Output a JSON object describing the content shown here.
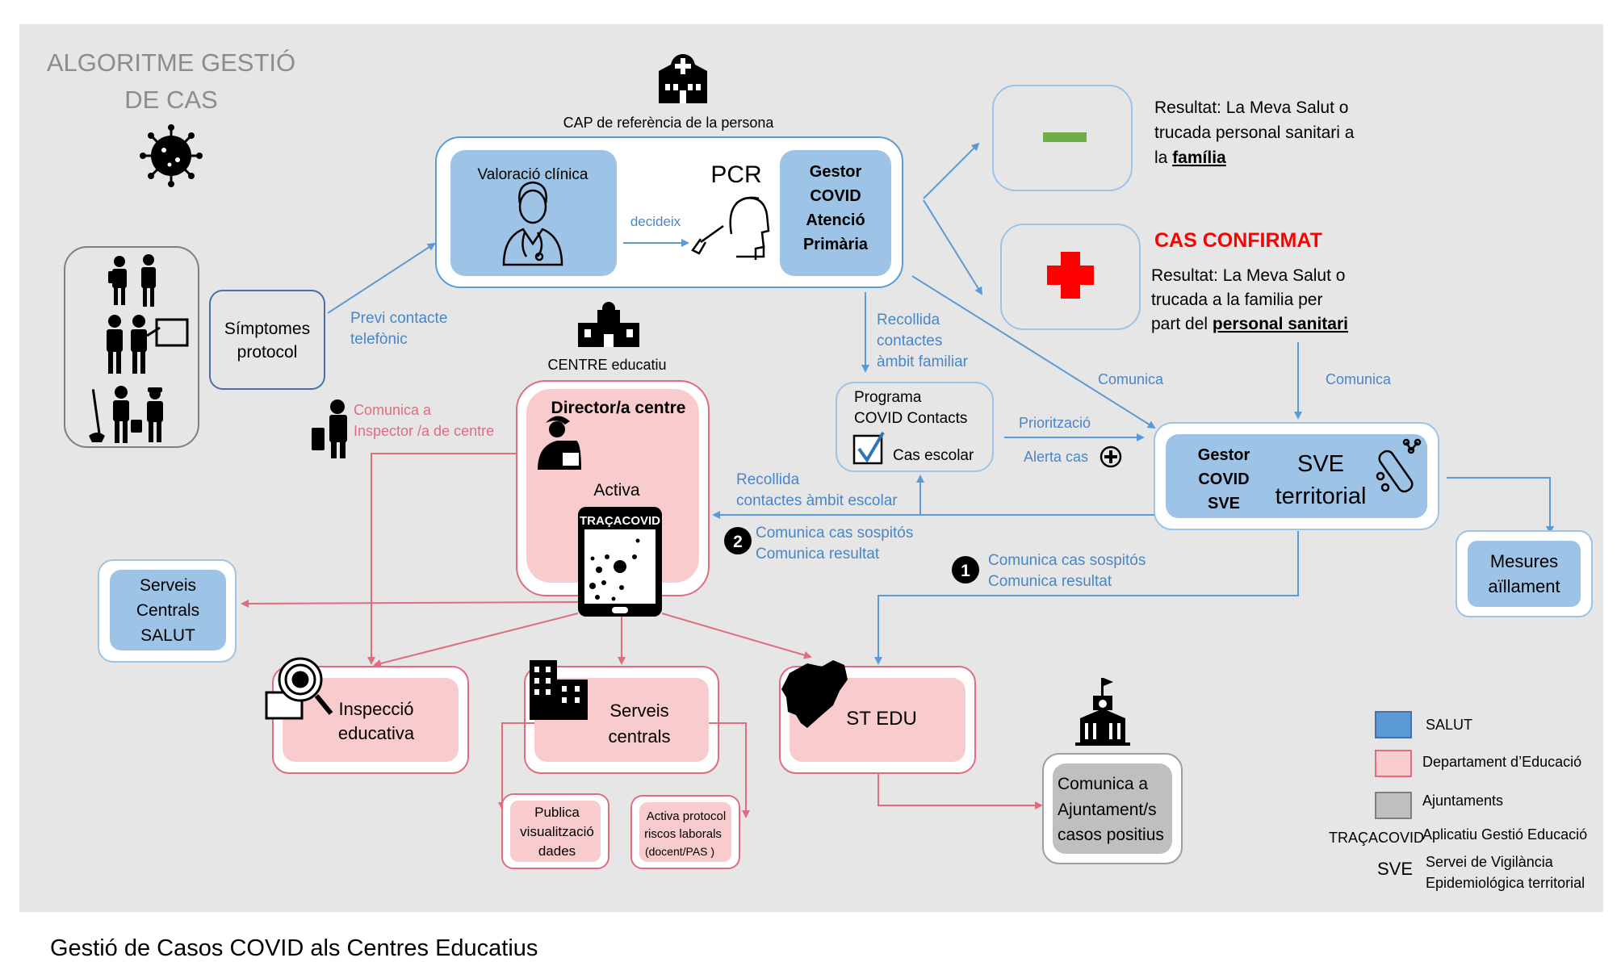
{
  "title": {
    "line1": "ALGORITME GESTIÓ",
    "line2": "DE CAS"
  },
  "caption": "Gestió de Casos COVID als Centres Educatius",
  "cap": {
    "label": "CAP de referència de la persona",
    "valoracio": "Valoració clínica",
    "decideix": "decideix",
    "pcr": "PCR",
    "gestor": [
      "Gestor",
      "COVID",
      "Atenció",
      "Primària"
    ]
  },
  "symptoms": {
    "line1": "Símptomes",
    "line2": "protocol"
  },
  "previ": {
    "line1": "Previ contacte",
    "line2": "telefònic"
  },
  "result_neg": {
    "line1": "Resultat: La Meva Salut o",
    "line2": "trucada personal sanitari a",
    "line3_pre": "la ",
    "line3_bold": "família"
  },
  "cas_confirmat": "CAS CONFIRMAT",
  "result_pos": {
    "line1": "Resultat: La Meva Salut o",
    "line2": "trucada a la familia per",
    "line3_pre": "part del ",
    "line3_bold": "personal sanitari"
  },
  "recollida_familiar": [
    "Recollida",
    "contactes",
    "àmbit familiar"
  ],
  "comunica_1": "Comunica",
  "comunica_2": "Comunica",
  "programa": {
    "line1": "Programa",
    "line2": "COVID Contacts",
    "cas_escolar": "Cas escolar"
  },
  "prioritzacio": "Priorització",
  "alerta_cas": "Alerta cas",
  "centre_label": "CENTRE educatiu",
  "inspector": {
    "line1": "Comunica a",
    "line2": "Inspector /a  de centre"
  },
  "director": {
    "title": "Director/a centre",
    "activa": "Activa",
    "app": "TRAÇACOVID"
  },
  "recollida_escolar": {
    "line1": "Recollida",
    "line2": "contactes àmbit escolar"
  },
  "sve": {
    "gestor": [
      "Gestor",
      "COVID",
      "SVE"
    ],
    "line1": "SVE",
    "line2": "territorial"
  },
  "mesures": {
    "line1": "Mesures",
    "line2": "aïllament"
  },
  "step2": {
    "number": "2",
    "line1": "Comunica cas sospitós",
    "line2": "Comunica resultat"
  },
  "step1": {
    "number": "1",
    "line1": "Comunica cas sospitós",
    "line2": "Comunica resultat"
  },
  "serveis_salut": [
    "Serveis",
    "Centrals",
    "SALUT"
  ],
  "inspeccio": {
    "line1": "Inspecció",
    "line2": "educativa"
  },
  "serveis_centrals": {
    "line1": "Serveis",
    "line2": "centrals"
  },
  "st_edu": "ST EDU",
  "publica": [
    "Publica",
    "visualització",
    "dades"
  ],
  "activa_protocol": [
    "Activa protocol",
    "riscos laborals",
    "(docent/PAS )"
  ],
  "ajuntament": [
    "Comunica a",
    "Ajuntament/s",
    "casos positius"
  ],
  "legend": {
    "salut": "SALUT",
    "educacio": "Departament  d’Educació",
    "ajuntaments": "Ajuntaments",
    "tracacovid_key": "TRAÇACOVID",
    "tracacovid_desc": "Aplicatiu Gestió Educació",
    "sve_key": "SVE",
    "sve_desc1": "Servei de Vigilància",
    "sve_desc2": "Epidemiológica territorial"
  },
  "colors": {
    "salut": "#9dc3e6",
    "educacio": "#f8cbcc",
    "ajuntament": "#bfbfbf",
    "background": "#e7e6e6",
    "arrow_blue": "#5b9bd5",
    "arrow_pink": "#e06c80",
    "red": "#ff0000",
    "green": "#70ad47"
  }
}
